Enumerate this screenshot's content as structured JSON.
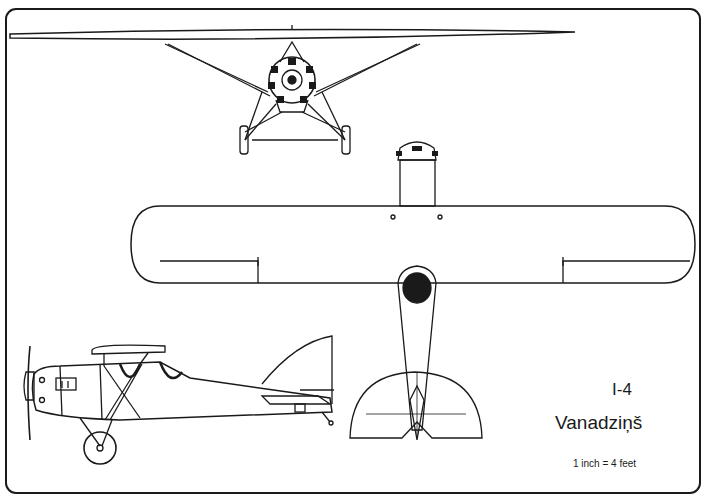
{
  "diagram": {
    "labels": [
      "I-4",
      "Vanadziņš",
      "1 inch = 4 feet"
    ]
  }
}
